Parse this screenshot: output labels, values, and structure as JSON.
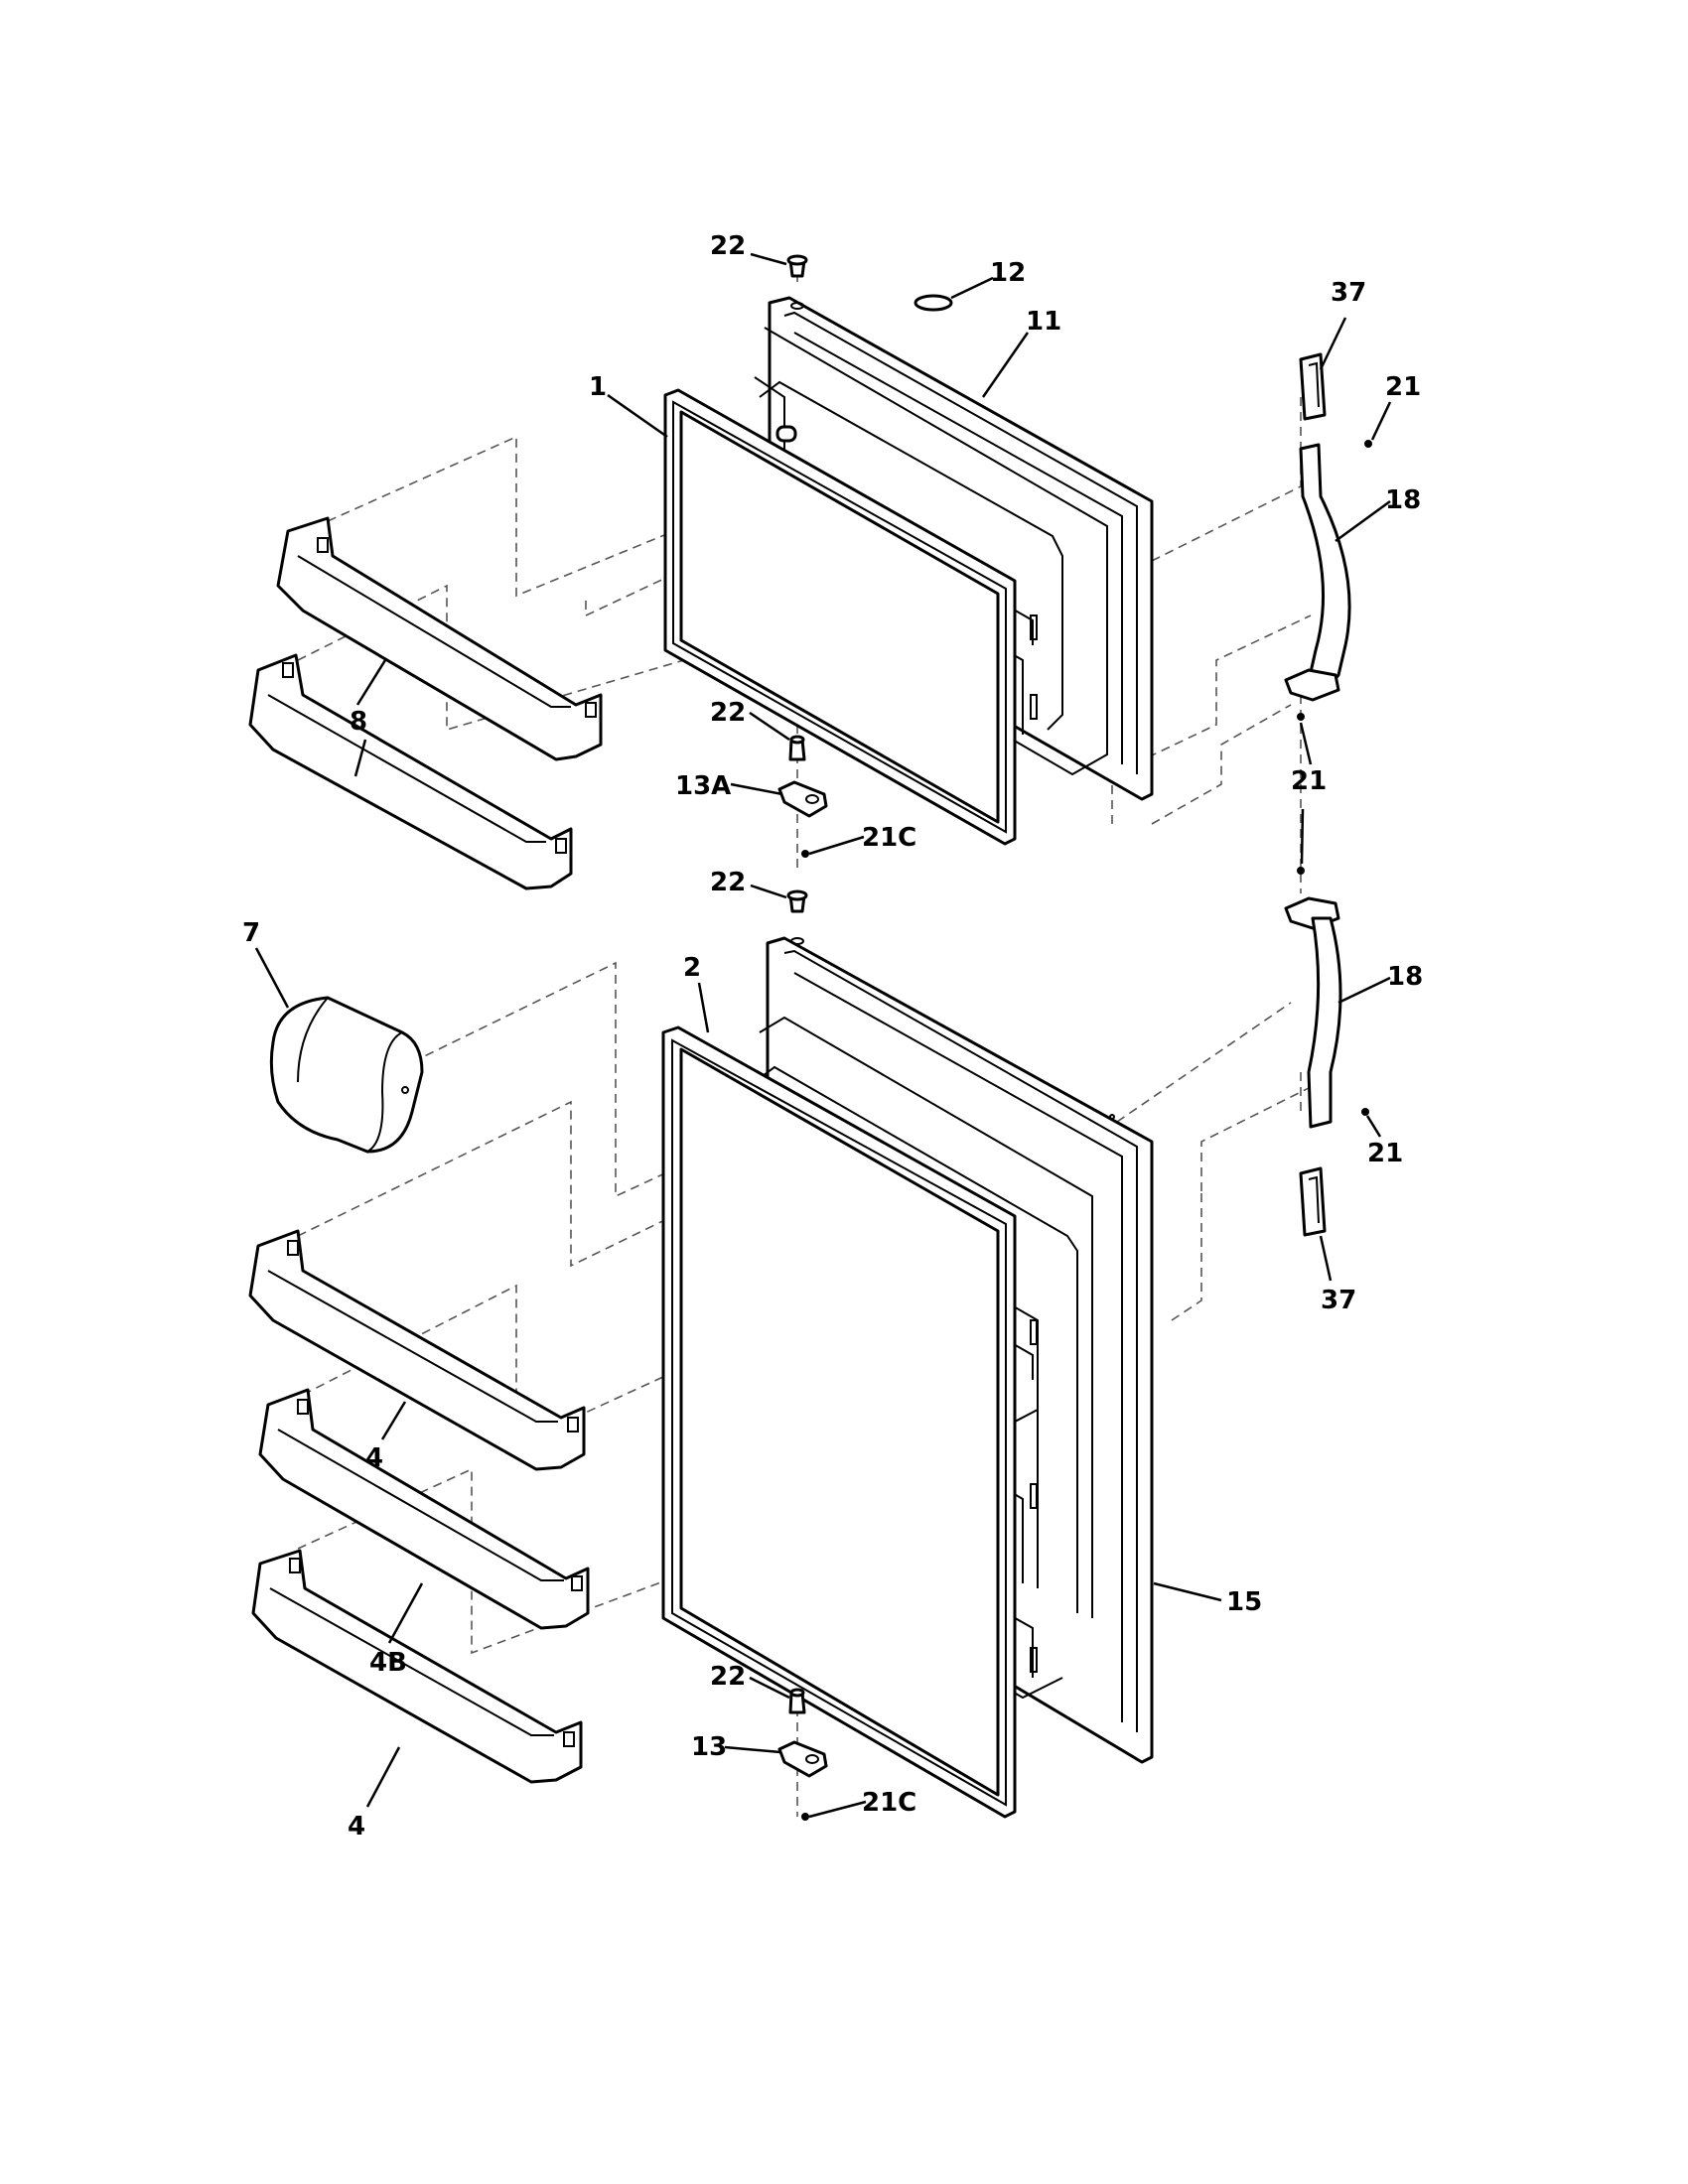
{
  "diagram": {
    "type": "exploded-parts-diagram",
    "callouts": {
      "c22a": "22",
      "c12": "12",
      "c11": "11",
      "c1": "1",
      "c8": "8",
      "c22b": "22",
      "c13a": "13A",
      "c21c_a": "21C",
      "c22c": "22",
      "c2": "2",
      "c7": "7",
      "c4a": "4",
      "c4b": "4B",
      "c4c": "4",
      "c22d": "22",
      "c13": "13",
      "c21c_b": "21C",
      "c15": "15",
      "c37a": "37",
      "c21a": "21",
      "c18a": "18",
      "c21b": "21",
      "c18b": "18",
      "c21d": "21",
      "c37b": "37"
    }
  }
}
